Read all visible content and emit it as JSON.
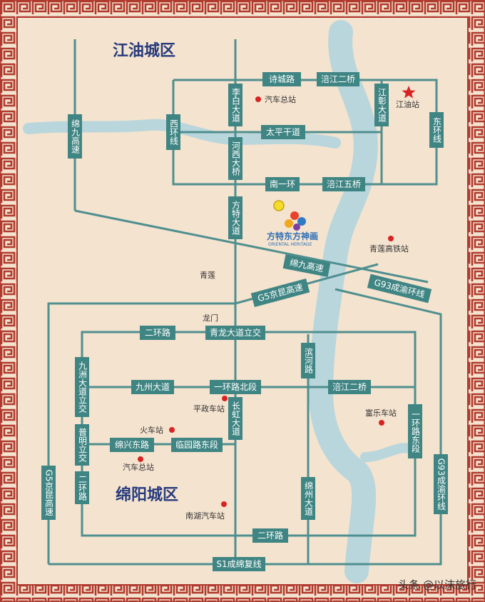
{
  "colors": {
    "border": "#b03a2e",
    "background": "#f4e3cf",
    "road": "#4f8f8f",
    "river": "#b9d6dc",
    "city_text": "#263a7c",
    "poi_dot": "#d92323"
  },
  "cities": {
    "north": "江油城区",
    "south": "绵阳城区"
  },
  "roads": {
    "shicheng": "诗城路",
    "fujiang_2nd_bridge": "涪江二桥",
    "libai": "李白大道",
    "jiangzhang": "江彰大道",
    "donghuan": "东环线",
    "xihuan": "西环线",
    "mianjiu_v": "绵九高速",
    "taiping": "太平干道",
    "hexi_bridge": "河西大桥",
    "nanyihuan": "南一环",
    "fujiang_5th_bridge": "涪江五桥",
    "fangte": "方特大道",
    "mianjiu_d": "绵九高速",
    "g5_d": "G5京昆高速",
    "g93_d": "G93成渝环线",
    "erhuan_n": "二环路",
    "qinglong": "青龙大道立交",
    "binhe": "滨河路",
    "jiuzhou_v": "九洲大道立交",
    "jiuzhou_h": "九州大道",
    "yihuan_bei": "一环路北段",
    "fujiang_2nd_bridge_s": "涪江二桥",
    "puming": "普明立交",
    "yihuan_dong": "一环路东段",
    "mianxing": "绵兴东路",
    "linyuan": "临园路东段",
    "changhong": "长虹大道",
    "g93_v": "G93成渝环线",
    "erhuan_w": "二环路",
    "g5_v": "G5京昆高速",
    "mianzhou": "绵州大道",
    "erhuan_s": "二环路",
    "s1": "S1成绵复线"
  },
  "places": {
    "qiche_jy": "汽车总站",
    "jiangyou_station": "江油站",
    "qinglian_station": "青莲高铁站",
    "qinglian": "青莲",
    "longmen": "龙门",
    "pingzheng": "平政车站",
    "huoche": "火车站",
    "fule": "富乐车站",
    "qiche_my": "汽车总站",
    "nanhu": "南湖汽车站"
  },
  "logo": {
    "name": "方特东方神画",
    "sub": "ORIENTAL HERITAGE"
  },
  "icons": {
    "star": "star-icon",
    "theme_park": "theme-park-marker-icon"
  },
  "watermark": "头条 @以沫旅行"
}
